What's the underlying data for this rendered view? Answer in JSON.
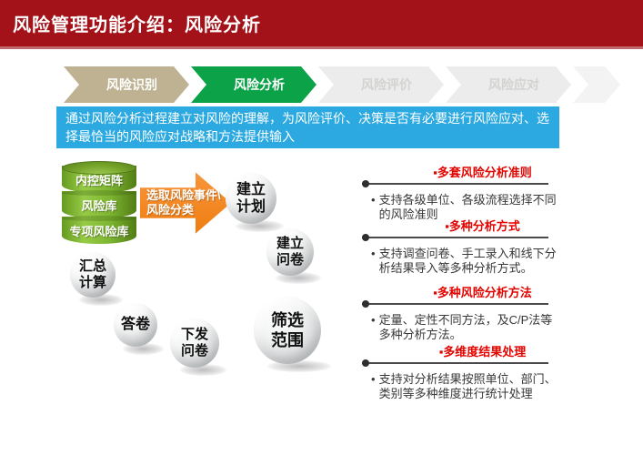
{
  "header": {
    "title": "风险管理功能介绍：风险分析"
  },
  "process_flow": {
    "steps": [
      {
        "label": "风险识别",
        "state": "done"
      },
      {
        "label": "风险分析",
        "state": "active"
      },
      {
        "label": "风险评价",
        "state": "todo"
      },
      {
        "label": "风险应对",
        "state": "todo"
      }
    ]
  },
  "banner": {
    "text": "通过风险分析过程建立对风险的理解，为风险评价、决策是否有必要进行风险应对、选择最恰当的风险应对战略和方法提供输入"
  },
  "database": {
    "segments": [
      {
        "label": "内控矩阵"
      },
      {
        "label": "风险库"
      },
      {
        "label": "专项风险库"
      }
    ]
  },
  "transfer_arrow": {
    "label": "选取风险事件\\\n风险分类"
  },
  "process_balls": [
    {
      "label": "建立\n计划"
    },
    {
      "label": "建立\n问卷"
    },
    {
      "label": "筛选\n范围"
    },
    {
      "label": "下发\n问卷"
    },
    {
      "label": "答卷"
    },
    {
      "label": "汇总\n计算"
    }
  ],
  "features": [
    {
      "marker": "▪",
      "title": "多套风险分析准则",
      "bullet": "•",
      "body": "支持各级单位、各级流程选择不同的风险准则"
    },
    {
      "marker": "▪",
      "title": "多种分析方式",
      "bullet": "•",
      "body": "支持调查问卷、手工录入和线下分析结果导入等多种分析方式。"
    },
    {
      "marker": "▪",
      "title": "多种风险分析方法",
      "bullet": "•",
      "body": "定量、定性不同方法，及C/P法等多种分析方法。"
    },
    {
      "marker": "▪",
      "title": "多维度结果处理",
      "bullet": "•",
      "body": "支持对分析结果按照单位、部门、类别等多种维度进行统计处理"
    }
  ],
  "colors": {
    "header_red": "#a21218",
    "step_done_tan": "#beb293",
    "step_active_green": "#0ba248",
    "step_todo_gray": "#ececec",
    "banner_blue": "#2ba9e0",
    "database_green": "#7cb531",
    "arrow_orange": "#f5821f",
    "feature_title_red": "#e20400"
  }
}
